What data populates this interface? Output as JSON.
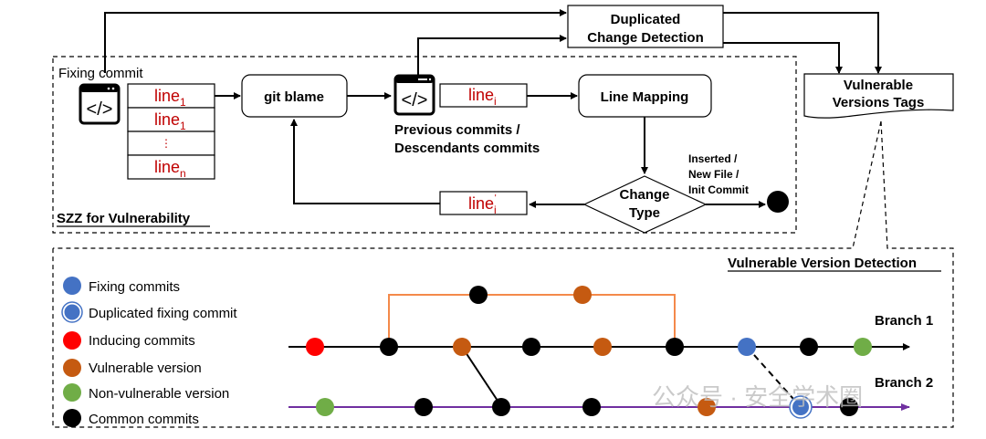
{
  "top": {
    "duplicated_change_detection": [
      "Duplicated",
      "Change Detection"
    ],
    "vulnerable_versions_tags": [
      "Vulnerable",
      "Versions Tags"
    ]
  },
  "szz": {
    "title": "SZZ for Vulnerability",
    "fixing_commit_label": "Fixing commit",
    "lines": [
      {
        "base": "line",
        "sub": "1"
      },
      {
        "base": "line",
        "sub": "1"
      },
      {
        "base": "⋮",
        "sub": ""
      },
      {
        "base": "line",
        "sub": "n"
      }
    ],
    "git_blame": "git blame",
    "line_i": {
      "base": "line",
      "sub": "i"
    },
    "line_i_prime": {
      "base": "line",
      "sub": "i",
      "sup": "'"
    },
    "prev_commits": [
      "Previous commits /",
      "Descendants commits"
    ],
    "line_mapping": "Line Mapping",
    "change_type": [
      "Change",
      "Type"
    ],
    "terminal_label": [
      "Inserted /",
      "New File /",
      "Init Commit"
    ]
  },
  "vvd": {
    "title": "Vulnerable Version Detection",
    "legend": [
      {
        "label": "Fixing commits",
        "color": "#4472c4",
        "double": false
      },
      {
        "label": "Duplicated fixing commit",
        "color": "#4472c4",
        "double": true
      },
      {
        "label": "Inducing commits",
        "color": "#ff0000",
        "double": false
      },
      {
        "label": "Vulnerable version",
        "color": "#c55a11",
        "double": false
      },
      {
        "label": "Non-vulnerable version",
        "color": "#70ad47",
        "double": false
      },
      {
        "label": "Common commits",
        "color": "#000000",
        "double": false
      }
    ],
    "branch1_label": "Branch 1",
    "branch2_label": "Branch 2",
    "branch1_nodes": [
      "inducing",
      "common",
      "vulnerable",
      "common",
      "vulnerable",
      "common",
      "fixing",
      "common",
      "non-vulnerable"
    ],
    "side_branch_nodes": [
      "common",
      "vulnerable"
    ],
    "branch2_nodes": [
      "non-vulnerable",
      "common",
      "common",
      "common",
      "vulnerable",
      "duplicated-fixing",
      "common"
    ]
  },
  "watermark": "公众号 · 安全学术圈"
}
